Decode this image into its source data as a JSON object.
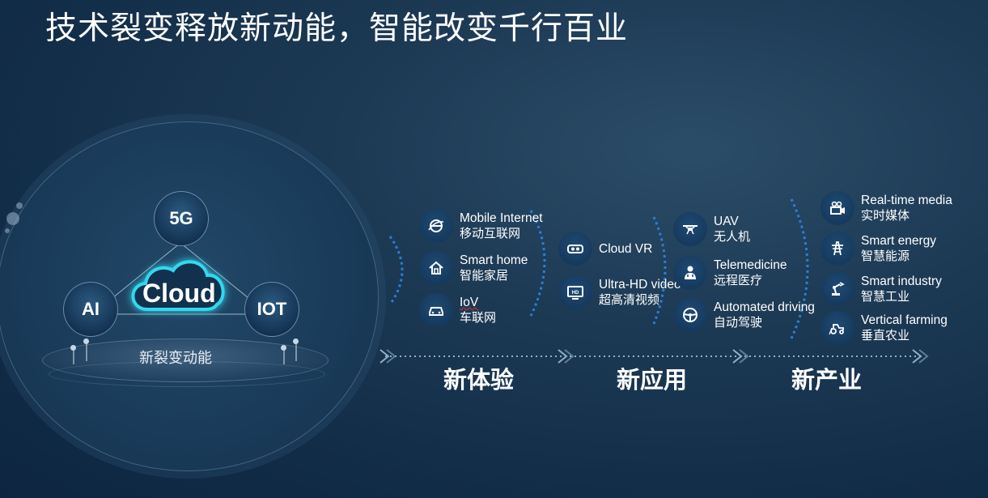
{
  "title": "技术裂变释放新动能，智能改变千行百业",
  "core": {
    "node_5g": "5G",
    "node_ai": "AI",
    "node_iot": "IOT",
    "cloud": "Cloud",
    "platform_label": "新裂变动能"
  },
  "categories": [
    {
      "label": "新体验"
    },
    {
      "label": "新应用"
    },
    {
      "label": "新产业"
    }
  ],
  "experience": [
    {
      "en": "Mobile Internet",
      "zh": "移动互联网",
      "icon": "internet-explorer-icon"
    },
    {
      "en": "Smart home",
      "zh": "智能家居",
      "icon": "house-icon"
    },
    {
      "en": "IoV",
      "zh": "车联网",
      "icon": "car-icon"
    },
    {
      "en": "Cloud VR",
      "zh": "",
      "icon": "vr-headset-icon"
    },
    {
      "en": "Ultra-HD video",
      "zh": "超高清视频",
      "icon": "hd-tv-icon"
    }
  ],
  "applications": [
    {
      "en": "UAV",
      "zh": "无人机",
      "icon": "drone-icon"
    },
    {
      "en": "Telemedicine",
      "zh": "远程医疗",
      "icon": "doctor-icon"
    },
    {
      "en": "Automated driving",
      "zh": "自动驾驶",
      "icon": "steering-wheel-icon"
    }
  ],
  "industry": [
    {
      "en": "Real-time media",
      "zh": "实时媒体",
      "icon": "video-camera-icon"
    },
    {
      "en": "Smart energy",
      "zh": "智慧能源",
      "icon": "power-tower-icon"
    },
    {
      "en": "Smart industry",
      "zh": "智慧工业",
      "icon": "robot-arm-icon"
    },
    {
      "en": "Vertical farming",
      "zh": "垂直农业",
      "icon": "tractor-icon"
    }
  ],
  "colors": {
    "accent_cyan": "#32d8ee",
    "dots_blue": "#2b7fd6",
    "background": "#173450"
  }
}
